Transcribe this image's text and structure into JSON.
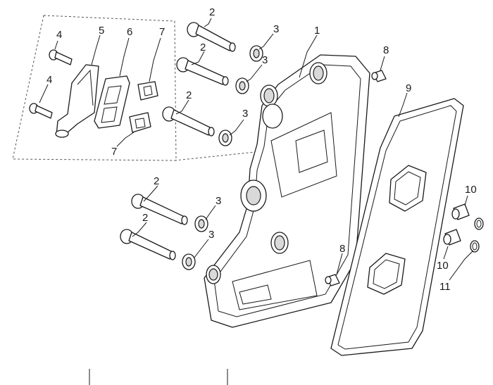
{
  "callouts": {
    "c1": "1",
    "c2a": "2",
    "c2b": "2",
    "c2c": "2",
    "c2d": "2",
    "c2e": "2",
    "c3a": "3",
    "c3b": "3",
    "c3c": "3",
    "c3d": "3",
    "c3e": "3",
    "c4a": "4",
    "c4b": "4",
    "c5": "5",
    "c6": "6",
    "c7a": "7",
    "c7b": "7",
    "c8a": "8",
    "c8b": "8",
    "c9": "9",
    "c10a": "10",
    "c10b": "10",
    "c11": "11"
  },
  "colors": {
    "line": "#1a1a1a",
    "background": "#ffffff",
    "shade": "#d9d9d9"
  }
}
